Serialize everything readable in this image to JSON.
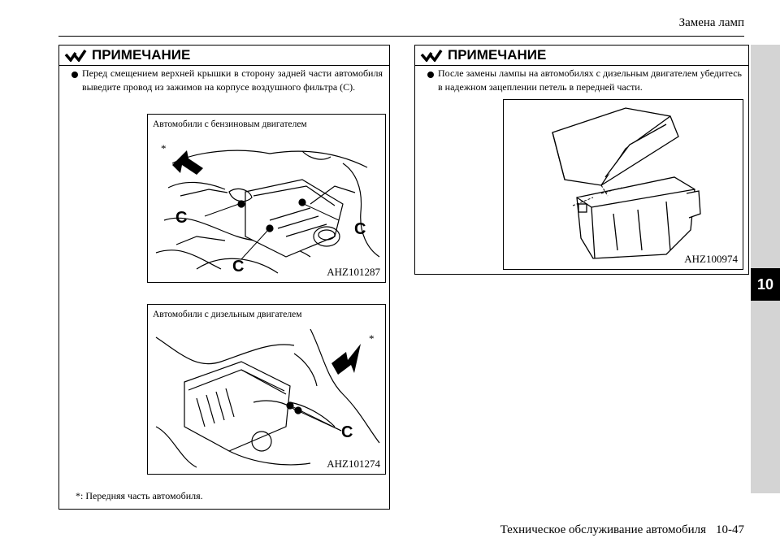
{
  "header": {
    "title": "Замена ламп"
  },
  "chapter": {
    "number": "10"
  },
  "note_left": {
    "heading": "ПРИМЕЧАНИЕ",
    "bullet": "Перед смещением верхней крышки в сторону задней части автомобиля выведите провод из зажимов на корпусе воздушного фильтра (C).",
    "figure_petrol": {
      "caption": "Автомобили с бензиновым двигателем",
      "code": "AHZ101287",
      "asterisk": "*",
      "marks": [
        "C",
        "C",
        "C"
      ]
    },
    "figure_diesel": {
      "caption": "Автомобили с дизельным двигателем",
      "code": "AHZ101274",
      "asterisk": "*",
      "marks": [
        "C"
      ]
    },
    "footnote": "*: Передняя часть автомобиля."
  },
  "note_right": {
    "heading": "ПРИМЕЧАНИЕ",
    "bullet": "После замены лампы на автомобилях с дизельным двигателем убедитесь в надежном зацеплении петель в передней части.",
    "figure": {
      "code": "AHZ100974"
    }
  },
  "footer": {
    "section": "Техническое обслуживание автомобиля",
    "page": "10-47"
  }
}
